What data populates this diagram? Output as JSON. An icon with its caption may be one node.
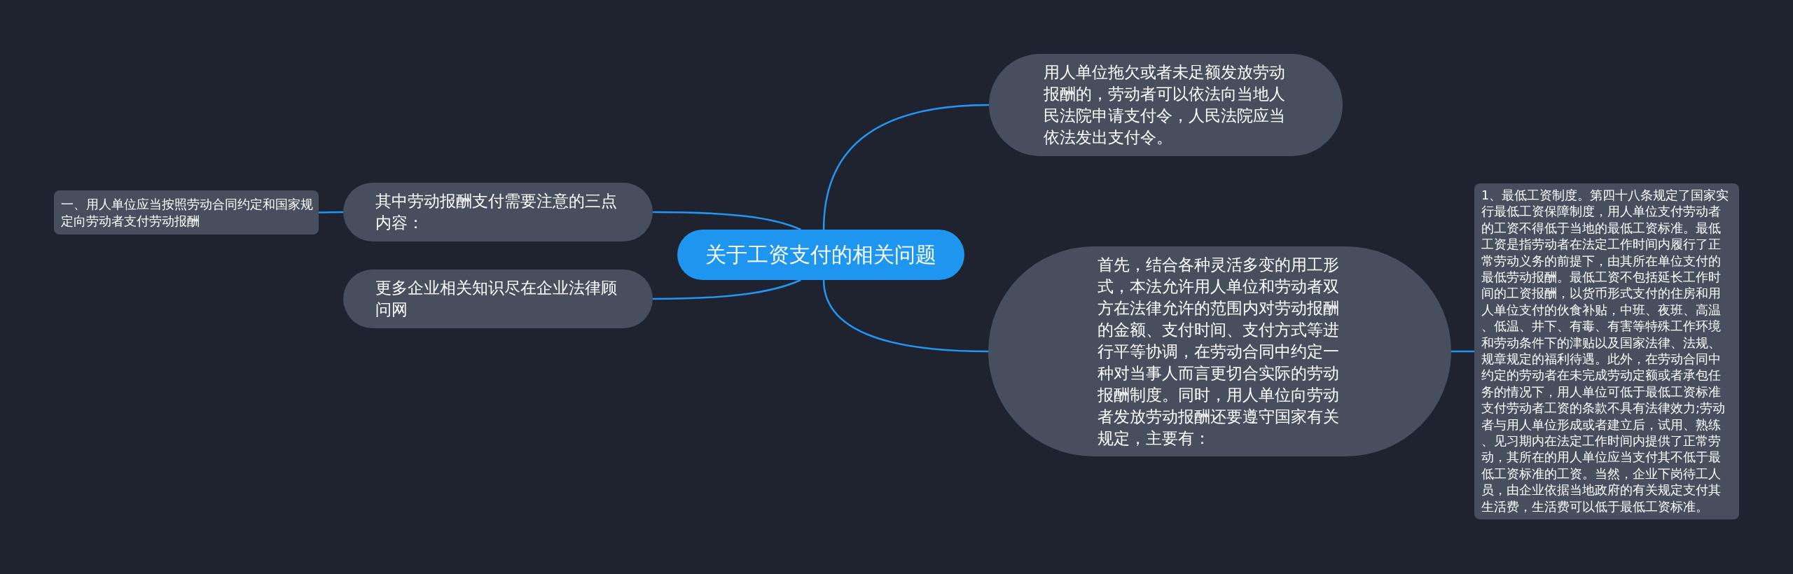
{
  "diagram": {
    "nodes": [
      {
        "text": [
          "关于工资支付的相关问题"
        ]
      },
      {
        "text": [
          "用人单位拖欠或者未足额发放劳动报酬的，劳动者可以依法向当地人民法院申请支付令，人民法院应当依法发出支付令。"
        ]
      },
      {
        "text": [
          "首先，结合各种灵活多变的用工形式，本法允许用人单位和劳动者双方在法律允许的范围内对劳动报酬的金额、支付时间、支付方式等进行平等协调，在劳动合同中约定一种对当事人而言更切合实际的劳动报酬制度。同时，用人单位向劳动者发放劳动报酬还要遵守国家有关规定，主要有："
        ]
      },
      {
        "text": [
          "1、最低工资制度。第四十八条规定了国家实行最低工资保障制度，用人单位支付劳动者的工资不得低于当地的最低工资标准。最低工资是指劳动者在法定工作时间内履行了正常劳动义务的前提下，由其所在单位支付的最低劳动报酬。最低工资不包括延长工作时间的工资报酬，以货币形式支付的住房和用人单位支付的伙食补贴，中班、夜班、高温、低温、井下、有毒、有害等特殊工作环境和劳动条件下的津贴以及国家法律、法规、规章规定的福利待遇。此外，在劳动合同中约定的劳动者在未完成劳动定额或者承包任务的情况下，用人单位可低于最低工资标准支付劳动者工资的条款不具有法律效力;劳动者与用人单位形成或者建立后，试用、熟练、见习期内在法定工作时间内提供了正常劳动，其所在的用人单位应当支付其不低于最低工资标准的工资。当然，企业下岗待工人员，由企业依据当地政府的有关规定支付其生活费，生活费可以低于最低工资标准。"
        ]
      },
      {
        "text": [
          "其中劳动报酬支付需要注意的三点内容："
        ]
      },
      {
        "text": [
          "一、用人单位应当按照劳动合同约定和国家规定向劳动者支付劳动报酬"
        ]
      },
      {
        "text": [
          "更多企业相关知识尽在企业法律顾问网"
        ]
      }
    ],
    "edges": [
      {
        "from": 0,
        "to": 1,
        "arrow": "none"
      },
      {
        "from": 0,
        "to": 2,
        "arrow": "none"
      },
      {
        "from": 2,
        "to": 3,
        "arrow": "none"
      },
      {
        "from": 0,
        "to": 4,
        "arrow": "none"
      },
      {
        "from": 4,
        "to": 5,
        "arrow": "none"
      },
      {
        "from": 0,
        "to": 6,
        "arrow": "none"
      }
    ]
  }
}
